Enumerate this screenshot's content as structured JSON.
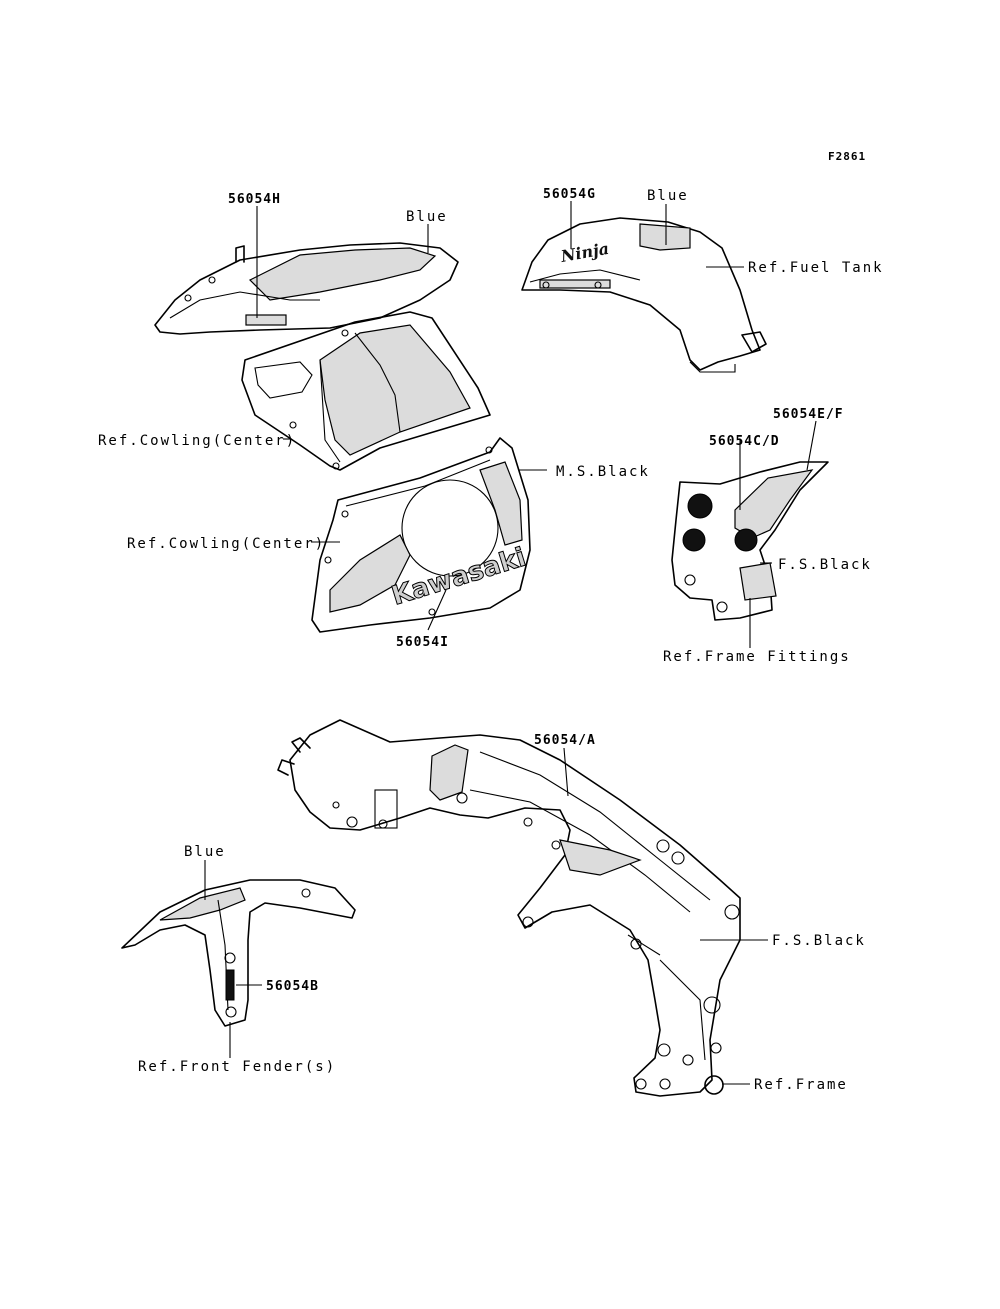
{
  "figure_id": "F2861",
  "callouts": {
    "cowl_upper_part": "56054H",
    "cowl_upper_color": "Blue",
    "cowl_center_ref1": "Ref.Cowling(Center)",
    "cowl_center_ref2": "Ref.Cowling(Center)",
    "cowl_lower_color": "M.S.Black",
    "cowl_lower_part": "56054I",
    "tank_part": "56054G",
    "tank_color": "Blue",
    "tank_ref": "Ref.Fuel Tank",
    "fitting_part_outer": "56054E/F",
    "fitting_part_inner": "56054C/D",
    "fitting_color": "F.S.Black",
    "fitting_ref": "Ref.Frame Fittings",
    "frame_part": "56054/A",
    "frame_color": "F.S.Black",
    "frame_ref": "Ref.Frame",
    "fender_color": "Blue",
    "fender_part": "56054B",
    "fender_ref": "Ref.Front Fender(s)"
  },
  "decals": {
    "kawasaki_logo": "Kawasaki",
    "ninja_logo": "Ninja"
  }
}
